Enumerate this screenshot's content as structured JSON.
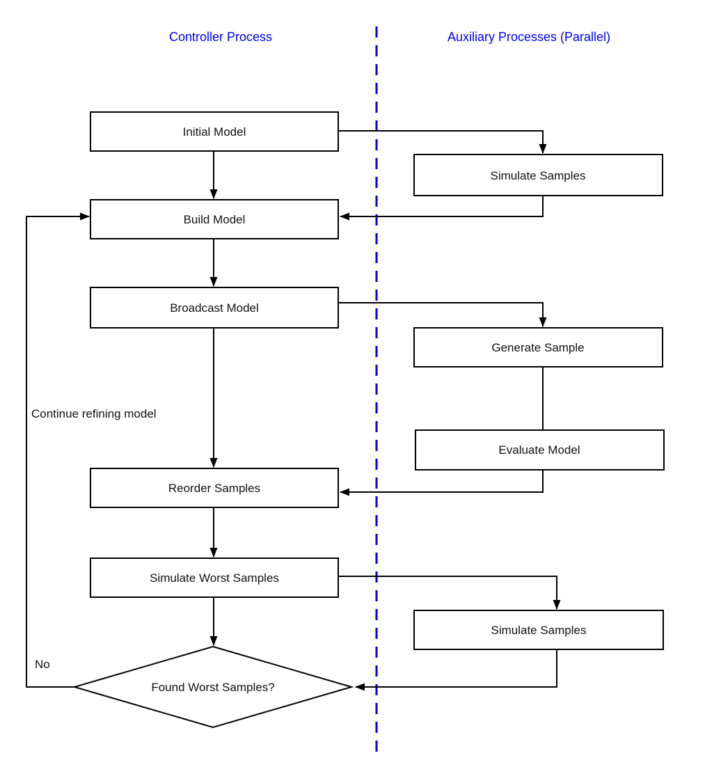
{
  "titles": {
    "left": "Controller Process",
    "right": "Auxiliary Processes (Parallel)"
  },
  "nodes": {
    "initial_model": "Initial Model",
    "build_model": "Build Model",
    "broadcast_model": "Broadcast Model",
    "reorder_samples": "Reorder Samples",
    "simulate_worst_samples": "Simulate Worst Samples",
    "found_worst_samples": "Found Worst Samples?",
    "simulate_samples_top": "Simulate Samples",
    "generate_sample": "Generate Sample",
    "evaluate_model": "Evaluate Model",
    "simulate_samples_bottom": "Simulate Samples"
  },
  "edge_labels": {
    "continue_refining": "Continue refining model",
    "no": "No"
  },
  "colors": {
    "accent_blue": "#0000EE",
    "line": "#000000",
    "box_fill": "#FFFFFF"
  }
}
